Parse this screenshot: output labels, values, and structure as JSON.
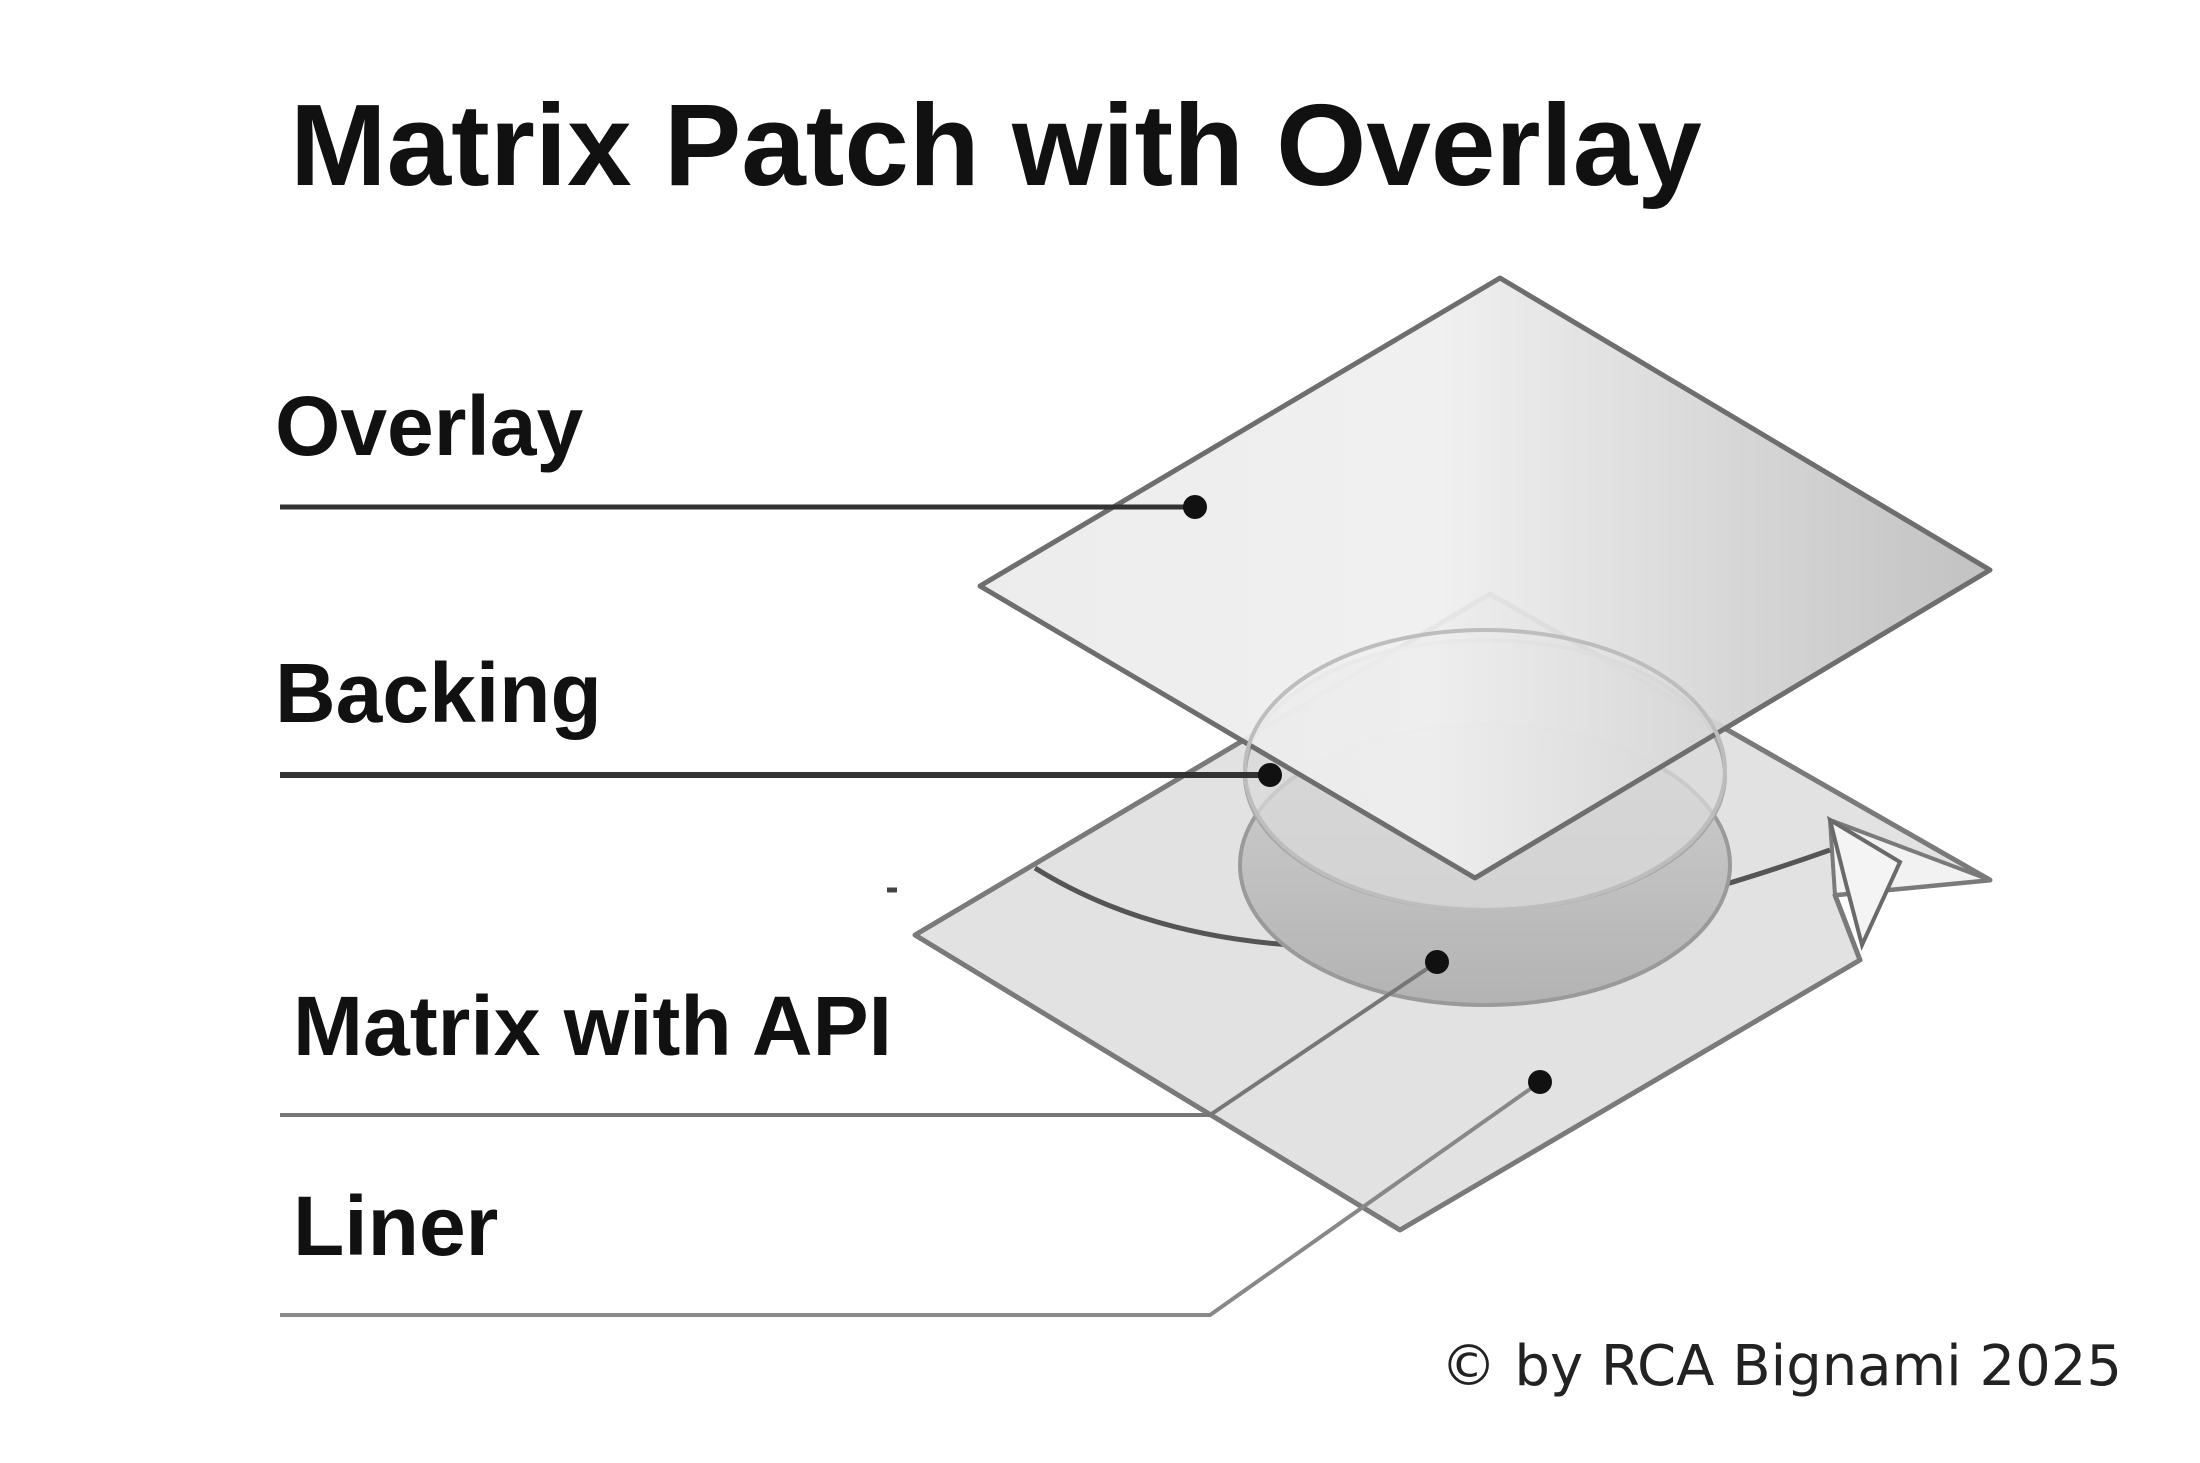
{
  "diagram": {
    "title": "Matrix Patch with Overlay",
    "labels": {
      "overlay": "Overlay",
      "backing": "Backing",
      "matrix": "Matrix with API",
      "liner": "Liner"
    },
    "credit": "© by RCA Bignami 2025"
  }
}
